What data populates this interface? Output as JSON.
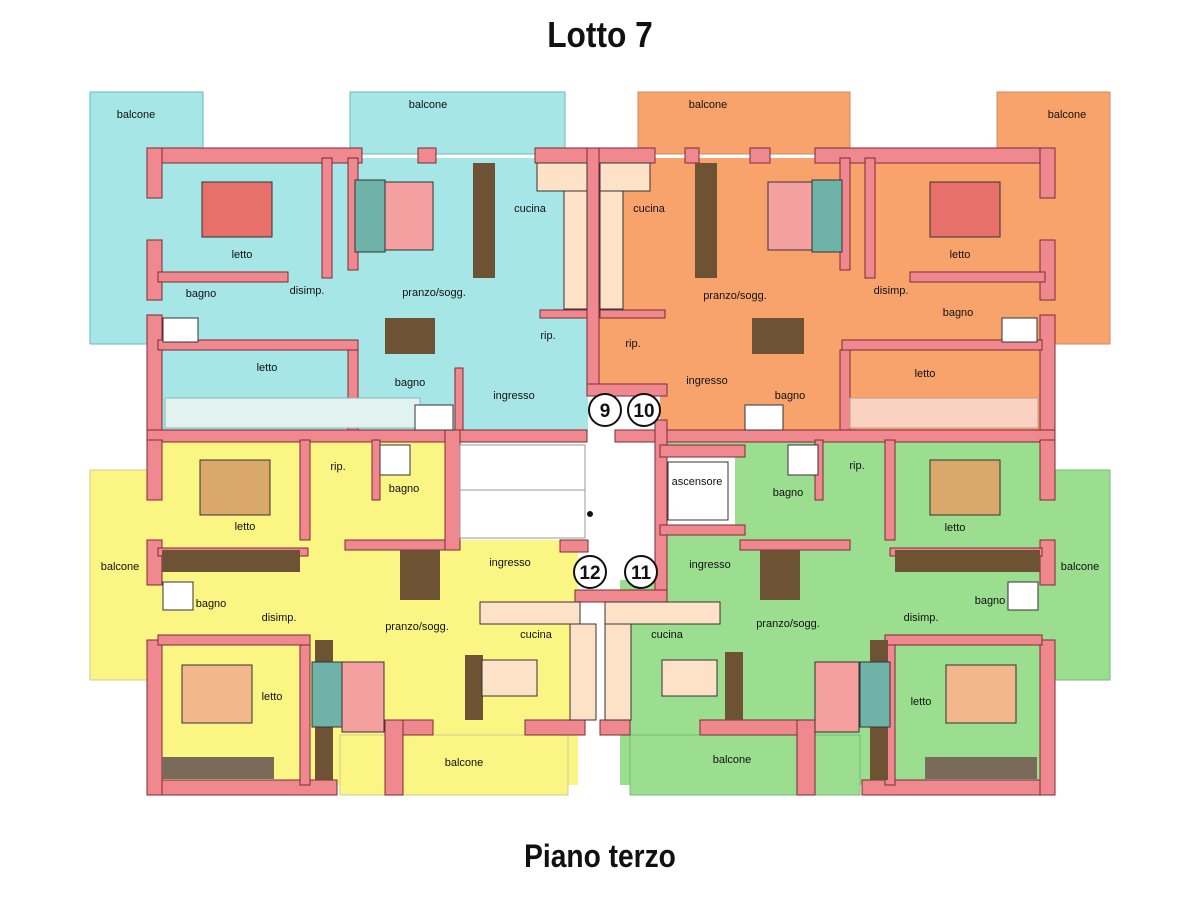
{
  "header": {
    "title": "Lotto 7"
  },
  "footer": {
    "caption": "Piano terzo"
  },
  "colors": {
    "wall": "#f08890",
    "cyan": "#a6e6e6",
    "orange": "#f9a36c",
    "yellow": "#fbf584",
    "green": "#9bde90",
    "wood": "#6e5234",
    "bed": "#e8706a",
    "sofa": "#6fb3a8"
  },
  "apartments": [
    {
      "number": "9",
      "color": "cyan"
    },
    {
      "number": "10",
      "color": "orange"
    },
    {
      "number": "11",
      "color": "green"
    },
    {
      "number": "12",
      "color": "yellow"
    }
  ],
  "rooms": {
    "balcone": "balcone",
    "letto": "letto",
    "bagno": "bagno",
    "disimp": "disimp.",
    "pranzo": "pranzo/sogg.",
    "cucina": "cucina",
    "rip": "rip.",
    "ingresso": "ingresso",
    "ascensore": "ascensore"
  }
}
